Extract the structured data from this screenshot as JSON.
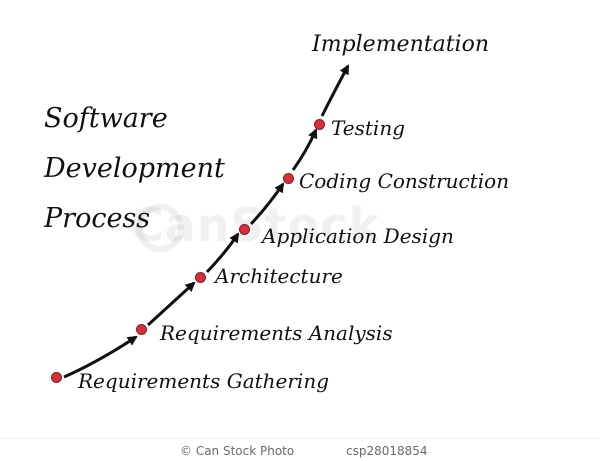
{
  "title_lines": [
    "Software",
    "Development",
    "Process"
  ],
  "top_label": "Implementation",
  "steps": [
    {
      "label": "Requirements Gathering"
    },
    {
      "label": "Requirements Analysis"
    },
    {
      "label": "Architecture"
    },
    {
      "label": "Application Design"
    },
    {
      "label": "Coding Construction"
    },
    {
      "label": "Testing"
    }
  ],
  "watermark": "CanStock",
  "footer": {
    "credit": "© Can Stock Photo",
    "image_id": "csp28018854"
  },
  "colors": {
    "dot": "#d6303b",
    "ink": "#111111"
  }
}
